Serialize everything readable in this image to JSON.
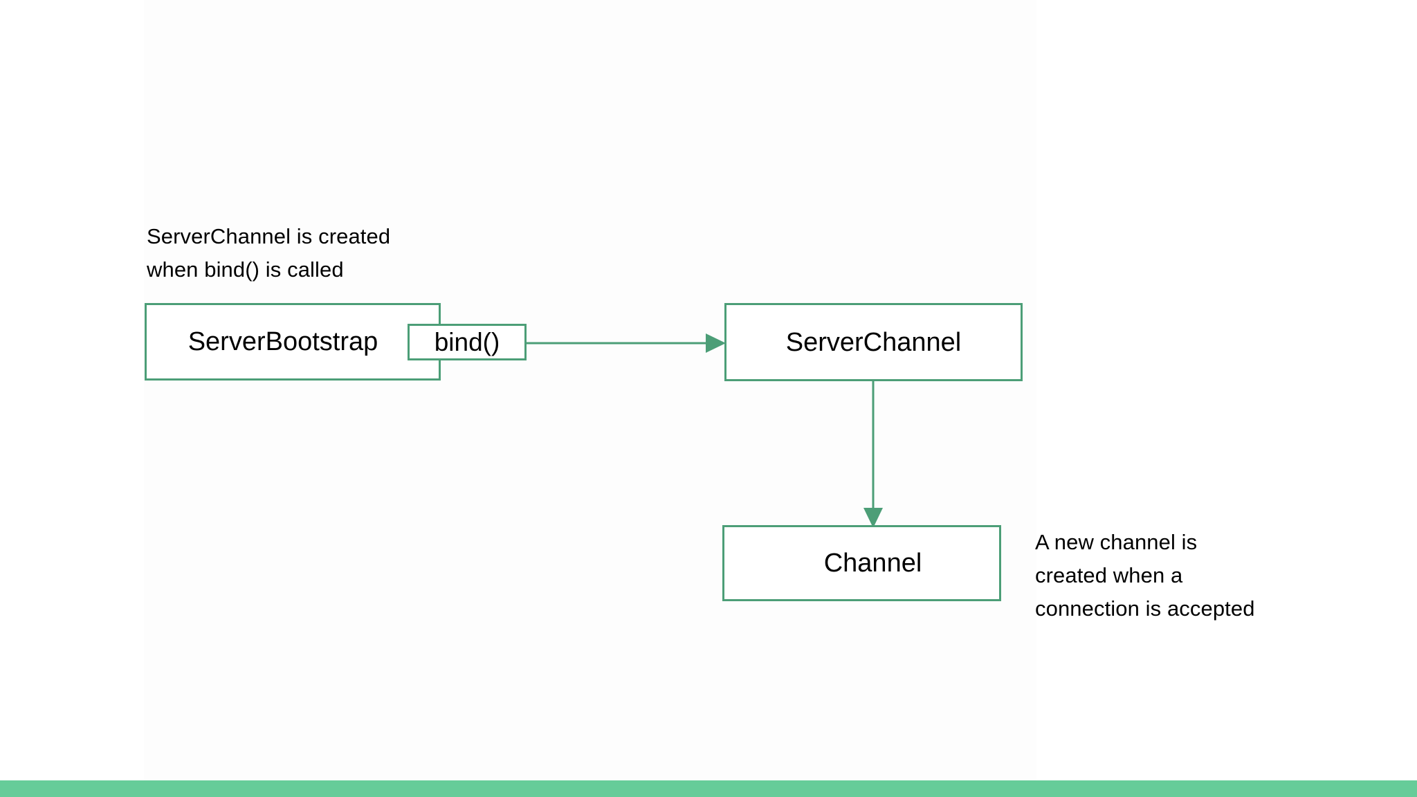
{
  "slide": {
    "background_color": "#ffffff",
    "accent_color": "#66cc99",
    "stroke_color": "#4c9e77",
    "text_color": "#000000"
  },
  "annotations": {
    "bind_note": "ServerChannel is created\nwhen bind() is called",
    "channel_note": "A new channel is\ncreated when a\nconnection is accepted"
  },
  "nodes": {
    "server_bootstrap": {
      "label": "ServerBootstrap"
    },
    "bind_method": {
      "label": "bind()"
    },
    "server_channel": {
      "label": "ServerChannel"
    },
    "channel": {
      "label": "Channel"
    }
  },
  "connectors": {
    "bind_to_server_channel": {
      "direction": "right"
    },
    "server_channel_to_channel": {
      "direction": "down"
    }
  },
  "footer": {
    "color": "#66cc99"
  }
}
